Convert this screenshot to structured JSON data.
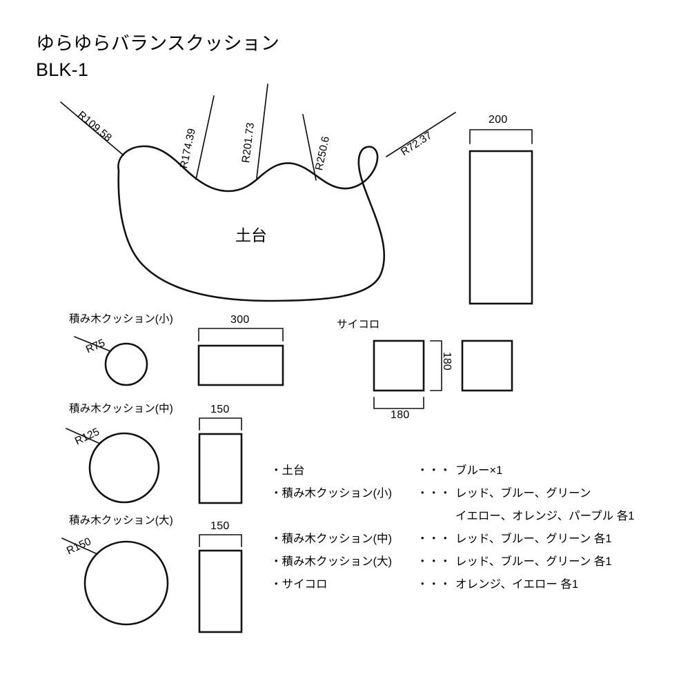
{
  "document": {
    "title_line1": "ゆらゆらバランスクッション",
    "title_line2": "BLK-1",
    "background_color": "#ffffff",
    "line_color": "#000000"
  },
  "base_part": {
    "name": "土台",
    "radii": [
      {
        "label": "R109.58",
        "value": 109.58
      },
      {
        "label": "R174.39",
        "value": 174.39
      },
      {
        "label": "R201.73",
        "value": 201.73
      },
      {
        "label": "R250.6",
        "value": 250.6
      },
      {
        "label": "R72.37",
        "value": 72.37
      }
    ],
    "side_view_dimension": "200"
  },
  "blocks": [
    {
      "name": "積み木クッション(小)",
      "radius_label": "R75",
      "radius_value": 75,
      "width_dimension": "300"
    },
    {
      "name": "積み木クッション(中)",
      "radius_label": "R125",
      "radius_value": 125,
      "width_dimension": "150"
    },
    {
      "name": "積み木クッション(大)",
      "radius_label": "R150",
      "radius_value": 150,
      "width_dimension": "150"
    }
  ],
  "dice": {
    "name": "サイコロ",
    "width_dimension": "180",
    "height_dimension": "180"
  },
  "legend": {
    "dots": "・・・",
    "rows": [
      {
        "bullet": "・",
        "name": "土台",
        "value": "ブルー×1",
        "continuation": ""
      },
      {
        "bullet": "・",
        "name": "積み木クッション(小)",
        "value": "レッド、ブルー、グリーン",
        "continuation": "イエロー、オレンジ、パープル 各1"
      },
      {
        "bullet": "・",
        "name": "積み木クッション(中)",
        "value": "レッド、ブルー、グリーン 各1",
        "continuation": ""
      },
      {
        "bullet": "・",
        "name": "積み木クッション(大)",
        "value": "レッド、ブルー、グリーン 各1",
        "continuation": ""
      },
      {
        "bullet": "・",
        "name": "サイコロ",
        "value": "オレンジ、イエロー 各1",
        "continuation": ""
      }
    ]
  }
}
